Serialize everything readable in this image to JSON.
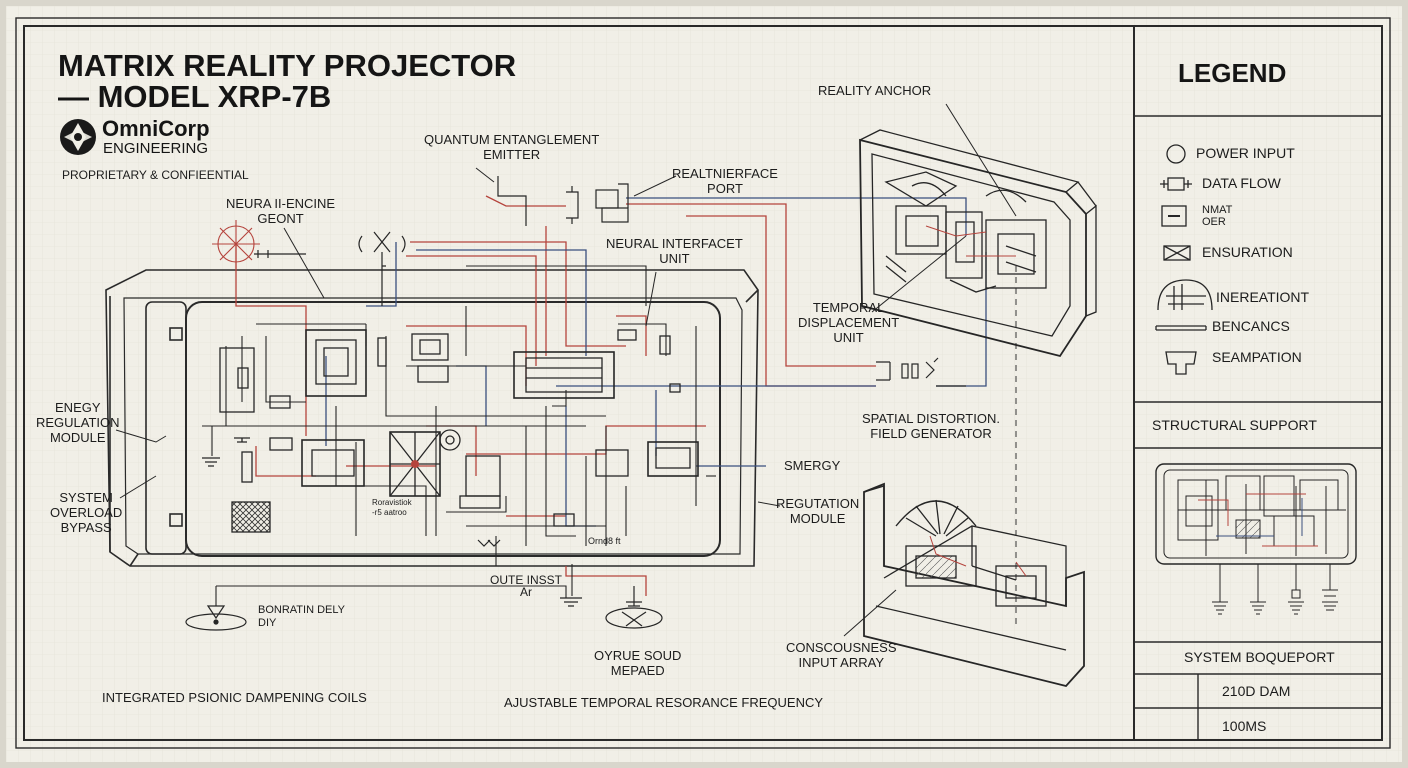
{
  "title": "MATRIX REALITY PROJECTOR\n— MODEL XRP-7B",
  "company": {
    "name": "OmniCorp",
    "division": "ENGINEERING",
    "notice": "PROPRIETARY & CONFIEENTIAL"
  },
  "components": {
    "reality_anchor": "REALITY ANCHOR",
    "quantum_emitter": "QUANTUM ENTANGLEMENT\nEMITTER",
    "realtnierface_port": "REALTNIERFACE\nPORT",
    "neura_engine": "NEURA II-ENCINE\nGEONT",
    "neural_interface_unit": "NEURAL INTERFACET\nUNIT",
    "temporal_displacement": "TEMPORAL\nDISPLACEMENT\nUNIT",
    "spatial_distortion": "SPATIAL DISTORTION.\nFIELD GENERATOR",
    "enegy_regulation": "ENEGY\nREGULATION\nMODULE",
    "system_overload": "SYSTEM\nOVERLOAD\nBYPASS",
    "smergy": "SMERGY",
    "regutation_module": "REGUTATION\nMODULE",
    "bonratin_dely": "BONRATIN DELY\nDIY",
    "oute_insst": "OUTE INSST\nAr",
    "oyrue_sound": "OYRUE SOUD\nMEPAED",
    "consciousness_array": "CONSCOUSNESS\nINPUT ARRAY",
    "psionic_coils": "INTEGRATED PSIONIC DAMPENING COILS",
    "temporal_resonance": "AJUSTABLE TEMPORAL RESORANCE FREQUENCY",
    "tiny_label_a": "Roravistiok\n-r5 aatroo",
    "tiny_label_b": "Ornd8 ft"
  },
  "legend": {
    "title": "LEGEND",
    "items": [
      {
        "icon": "circle-icon",
        "label": "POWER INPUT"
      },
      {
        "icon": "data-flow-icon",
        "label": "DATA FLOW"
      },
      {
        "icon": "square-minus-icon",
        "label": "NMAT\nOER"
      },
      {
        "icon": "crossed-box-icon",
        "label": "ENSURATION"
      },
      {
        "icon": "dome-icon",
        "label": "INEREATIONT"
      },
      {
        "icon": "rail-icon",
        "label": "BENCANCS"
      },
      {
        "icon": "bracket-icon",
        "label": "SEAMPATION"
      }
    ]
  },
  "title_block": {
    "structural_support": "STRUCTURAL SUPPORT",
    "system_boqueport": "SYSTEM BOQUEPORT",
    "value_1": "210D DAM",
    "value_2": "100MS"
  },
  "colors": {
    "paper": "#f1efe7",
    "ink": "#1c1c1c",
    "wire_red": "#b5443d",
    "wire_blue": "#3b4f7e"
  }
}
